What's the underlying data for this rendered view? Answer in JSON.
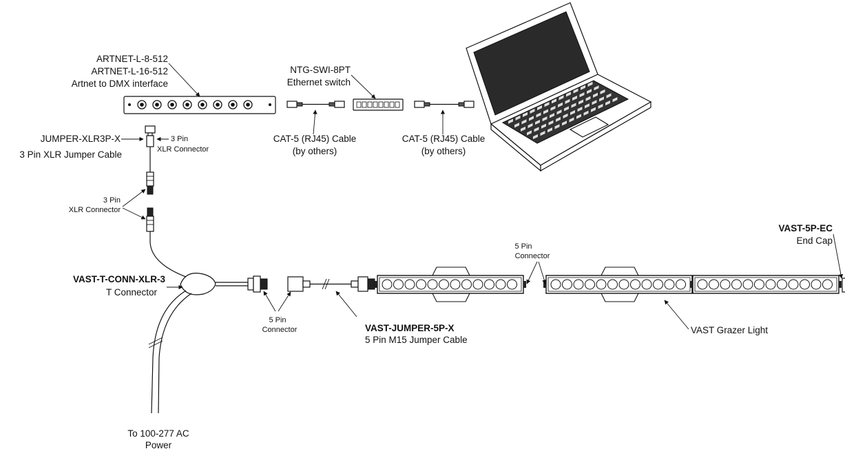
{
  "labels": {
    "artnet_model_1": "ARTNET-L-8-512",
    "artnet_model_2": "ARTNET-L-16-512",
    "artnet_desc": "Artnet to DMX interface",
    "switch_model": "NTG-SWI-8PT",
    "switch_desc": "Ethernet switch",
    "cat5_1_line1": "CAT-5 (RJ45) Cable",
    "cat5_1_line2": "(by others)",
    "cat5_2_line1": "CAT-5 (RJ45) Cable",
    "cat5_2_line2": "(by others)",
    "jumper_xlr_model": "JUMPER-XLR3P-X",
    "jumper_xlr_desc": "3 Pin XLR Jumper Cable",
    "xlr_conn_a_line1": "3 Pin",
    "xlr_conn_a_line2": "XLR Connector",
    "xlr_conn_b_line1": "3 Pin",
    "xlr_conn_b_line2": "XLR Connector",
    "tconn_model": "VAST-T-CONN-XLR-3",
    "tconn_desc": "T Connector",
    "pin5_conn_a_line1": "5 Pin",
    "pin5_conn_a_line2": "Connector",
    "pin5_conn_b_line1": "5 Pin",
    "pin5_conn_b_line2": "Connector",
    "jumper5p_model": "VAST-JUMPER-5P-X",
    "jumper5p_desc": "5 Pin M15 Jumper Cable",
    "grazer_desc": "VAST Grazer Light",
    "endcap_model": "VAST-5P-EC",
    "endcap_desc": "End Cap",
    "power_line1": "To 100-277 AC",
    "power_line2": "Power"
  },
  "artnet_port_count": 8,
  "switch_port_count": 8,
  "grazer_light_count": 3,
  "grazer_lens_count": 12,
  "colors": {
    "ink": "#111111",
    "background": "#ffffff",
    "laptop_screen": "#2a2a2a"
  }
}
